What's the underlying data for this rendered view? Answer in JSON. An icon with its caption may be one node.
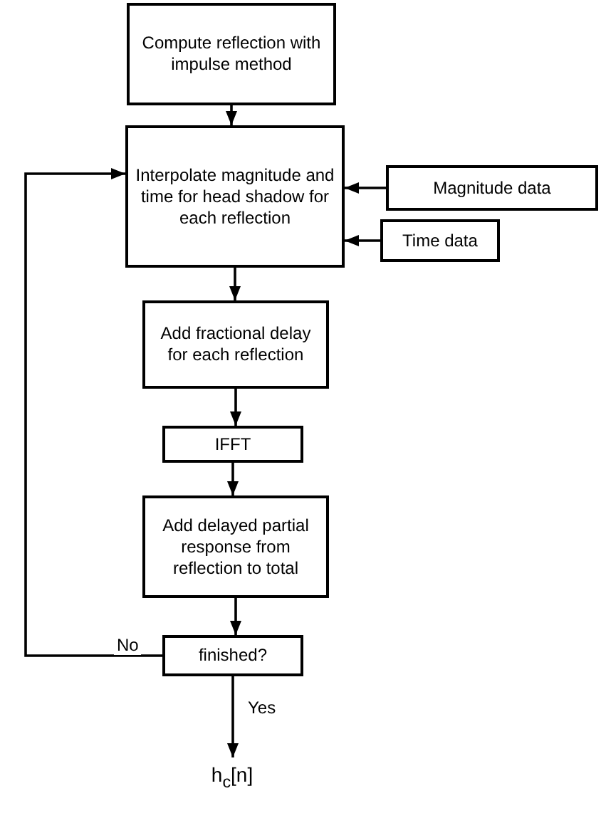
{
  "diagram": {
    "nodes": [
      {
        "text": [
          "Compute reflection with impulse method"
        ]
      },
      {
        "text": [
          "Interpolate magnitude and time for head shadow for each reflection"
        ]
      },
      {
        "text": [
          "Magnitude data"
        ]
      },
      {
        "text": [
          "Time data"
        ]
      },
      {
        "text": [
          "Add fractional delay for each reflection"
        ]
      },
      {
        "text": [
          "IFFT"
        ]
      },
      {
        "text": [
          "Add delayed partial response from reflection to total"
        ]
      },
      {
        "text": [
          "finished?"
        ]
      },
      {
        "text": [
          "h$_{c}$[n]"
        ]
      }
    ],
    "edges": [
      {
        "from": 0,
        "to": 1,
        "arrow": "to"
      },
      {
        "from": 2,
        "to": 1,
        "arrow": "to"
      },
      {
        "from": 3,
        "to": 1,
        "arrow": "to"
      },
      {
        "from": 1,
        "to": 4,
        "arrow": "to"
      },
      {
        "from": 4,
        "to": 5,
        "arrow": "to"
      },
      {
        "from": 5,
        "to": 6,
        "arrow": "to"
      },
      {
        "from": 6,
        "to": 7,
        "arrow": "to"
      },
      {
        "from": 7,
        "to": 1,
        "arrow": "to",
        "label": "No"
      },
      {
        "from": 7,
        "to": 8,
        "arrow": "to",
        "label": "Yes"
      }
    ]
  }
}
